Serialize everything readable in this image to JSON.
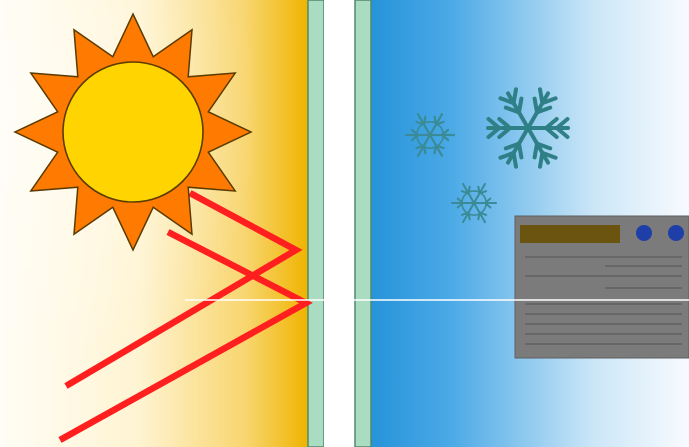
{
  "scene": {
    "warm_side": {
      "sun": "sun-icon",
      "rays": "heat-reflection-lines"
    },
    "window": {
      "panes": 2,
      "frame_color": "#a9dcc0",
      "gap_color": "#ffffff"
    },
    "cold_side": {
      "snowflakes": [
        "snowflake-icon",
        "snowflake-icon",
        "snowflake-icon"
      ],
      "device": "air-conditioner-unit"
    },
    "colors": {
      "sun_core": "#ffd400",
      "sun_points": "#ff7a00",
      "heat_rays": "#ff1f1f",
      "warm_gradient_end": "#f0b400",
      "cold_gradient_start": "#1f8fd6",
      "snowflake": "#2f7f86",
      "unit_body": "#7b7b7b",
      "unit_panel": "#6b5410",
      "unit_buttons": "#1f3fa8"
    }
  }
}
